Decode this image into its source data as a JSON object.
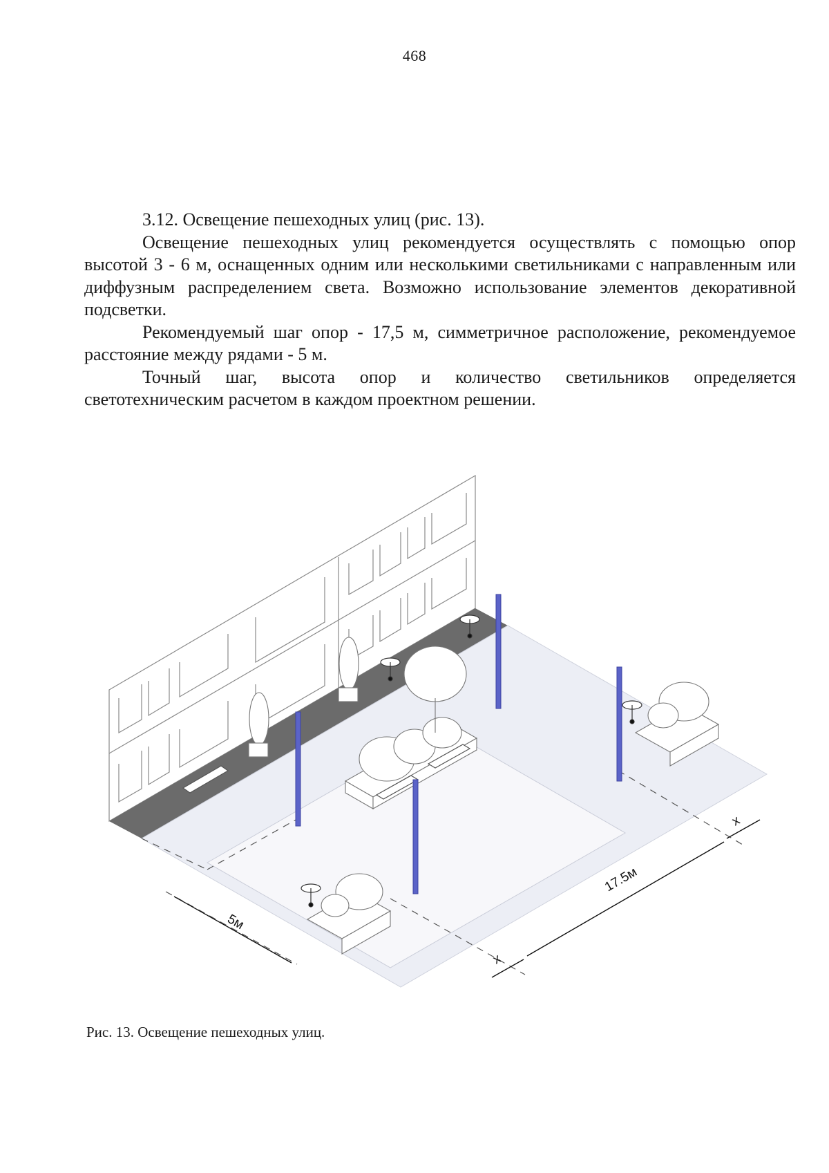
{
  "page_number": "468",
  "section_heading": "3.12. Освещение пешеходных улиц (рис. 13).",
  "paragraphs": [
    "Освещение пешеходных улиц рекомендуется осуществлять с помощью опор высотой 3 - 6 м, оснащенных одним или несколькими светильниками с направленным или диффузным распределением света. Возможно использование элементов декоративной подсветки.",
    "Рекомендуемый шаг опор - 17,5 м, симметричное расположение, рекомендуемое расстояние между рядами - 5 м.",
    "Точный шаг, высота опор и количество светильников определяется светотехническим расчетом в каждом проектном решении."
  ],
  "figure": {
    "labels": {
      "row_spacing": "5м",
      "pole_step": "17.5м",
      "offset_x_1": "x",
      "offset_x_2": "x"
    },
    "colors": {
      "pole": "#5b63c8",
      "pavement": "#eceef5",
      "dark_strip": "#6b6b6b",
      "lines": "#555555"
    },
    "caption": "Рис. 13. Освещение пешеходных улиц."
  }
}
